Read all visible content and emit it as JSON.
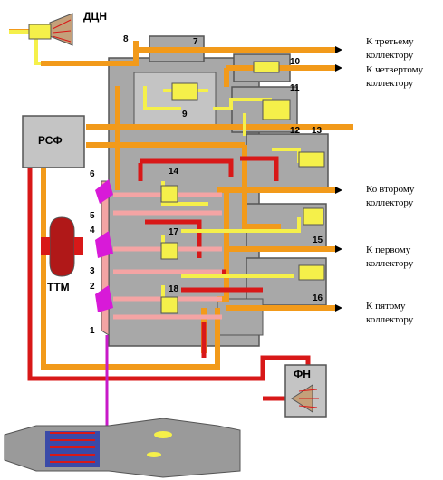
{
  "labels": {
    "dtsn": "ДЦН",
    "rsf": "РСФ",
    "ttm": "ТТМ",
    "fn": "ФН"
  },
  "collectors": [
    {
      "id": "third",
      "line1": "К третьему",
      "line2": "коллектору"
    },
    {
      "id": "fourth",
      "line1": "К четвертому",
      "line2": "коллектору"
    },
    {
      "id": "second",
      "line1": "Ко второму",
      "line2": "коллектору"
    },
    {
      "id": "first",
      "line1": "К первому",
      "line2": "коллектору"
    },
    {
      "id": "fifth",
      "line1": "К пятому",
      "line2": "коллектору"
    }
  ],
  "numbers": [
    "1",
    "2",
    "3",
    "4",
    "5",
    "6",
    "7",
    "8",
    "9",
    "10",
    "11",
    "12",
    "13",
    "14",
    "15",
    "16",
    "17",
    "18"
  ],
  "colors": {
    "orange": "#f29a1a",
    "yellow": "#f5f04a",
    "red": "#d81818",
    "pink": "#f4a4a4",
    "magenta": "#d81ad8",
    "housing": "#a8a8a8",
    "block": "#c4c4c4"
  }
}
